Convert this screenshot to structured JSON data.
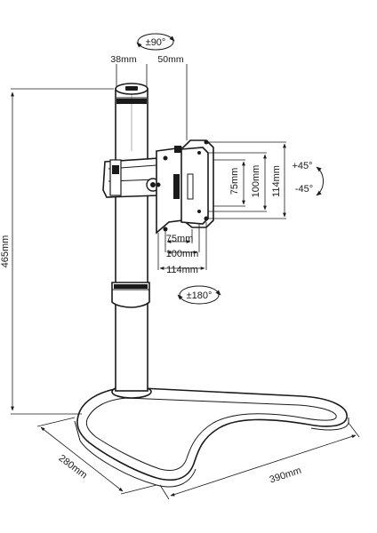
{
  "diagram": {
    "labels": {
      "tilt_top": "±90°",
      "width_38": "38mm",
      "width_50": "50mm",
      "height_total": "465mm",
      "tilt_up": "+45°",
      "tilt_down": "-45°",
      "vesa_75_v": "75mm",
      "vesa_100_v": "100mm",
      "vesa_114_v": "114mm",
      "vesa_75_h": "75mm",
      "vesa_100_h": "100mm",
      "vesa_114_h": "114mm",
      "swivel": "±180°",
      "base_depth": "280mm",
      "base_width": "390mm"
    }
  }
}
